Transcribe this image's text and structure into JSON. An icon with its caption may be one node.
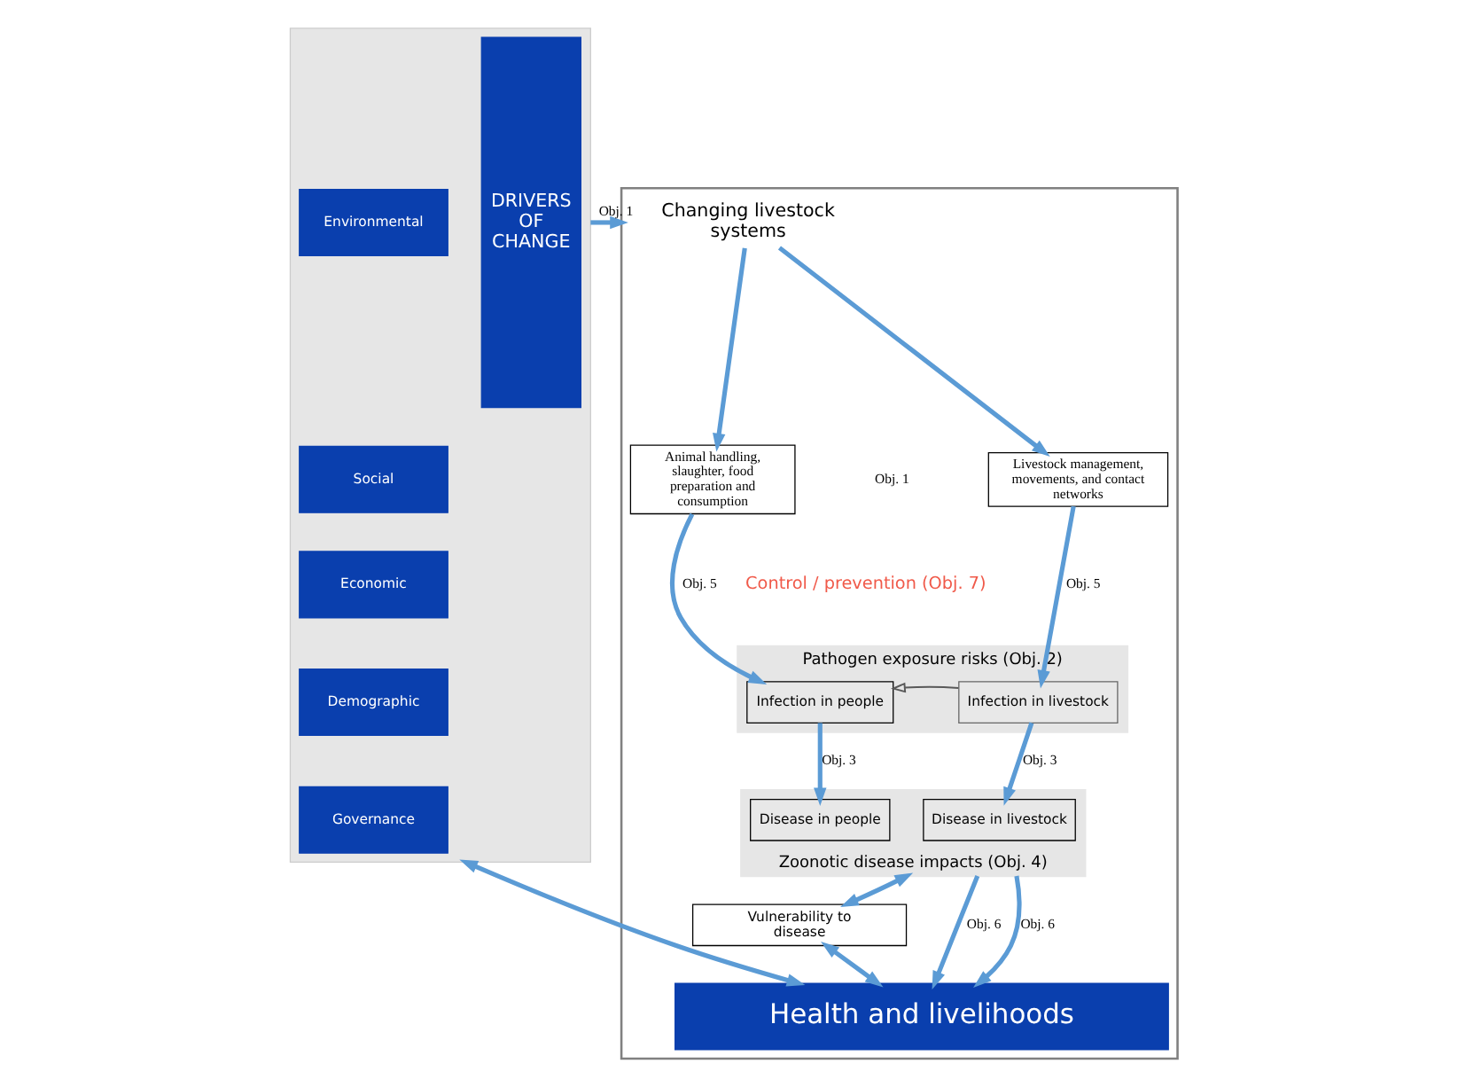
{
  "diagram": {
    "nodes": [
      {
        "text": [],
        "shape": "box"
      },
      {
        "text": [
          "DRIVERS OF CHANGE"
        ],
        "in": 0
      },
      {
        "text": [
          "Environmental"
        ],
        "in": 0
      },
      {
        "text": [
          "Social"
        ],
        "in": 0
      },
      {
        "text": [
          "Economic"
        ],
        "in": 0
      },
      {
        "text": [
          "Demographic"
        ],
        "in": 0
      },
      {
        "text": [
          "Governance"
        ],
        "in": 0
      },
      {
        "text": [],
        "shape": "box"
      },
      {
        "text": [
          "Changing livestock systems"
        ],
        "in": 7
      },
      {
        "text": [
          "Animal handling, slaughter, food preparation and consumption"
        ],
        "in": 7
      },
      {
        "text": [
          "Livestock management, movements, and contact networks"
        ],
        "in": 7
      },
      {
        "text": [
          "Pathogen exposure risks (Obj. 2)"
        ],
        "in": 7
      },
      {
        "text": [
          "Infection in people"
        ],
        "in": 11
      },
      {
        "text": [
          "Infection in livestock"
        ],
        "in": 11
      },
      {
        "text": [
          "Zoonotic disease impacts (Obj. 4)"
        ],
        "in": 7
      },
      {
        "text": [
          "Disease in people"
        ],
        "in": 14
      },
      {
        "text": [
          "Disease in livestock"
        ],
        "in": 14
      },
      {
        "text": [
          "Vulnerability to disease"
        ],
        "in": 7
      },
      {
        "text": [
          "Health and livelihoods"
        ],
        "in": 7
      }
    ],
    "edges": [
      {
        "from": 0,
        "to": 7,
        "arrow": "to",
        "label": "Obj. 1"
      },
      {
        "from": 8,
        "to": 9,
        "arrow": "to"
      },
      {
        "from": 8,
        "to": 10,
        "arrow": "to"
      },
      {
        "from": 9,
        "to": 12,
        "arrow": "to",
        "label": "Obj. 5"
      },
      {
        "from": 10,
        "to": 13,
        "arrow": "to",
        "label": "Obj. 5"
      },
      {
        "from": 13,
        "to": 12,
        "arrow": "to",
        "color": "#595959"
      },
      {
        "from": 12,
        "to": 15,
        "arrow": "to",
        "label": "Obj. 3"
      },
      {
        "from": 13,
        "to": 16,
        "arrow": "to",
        "label": "Obj. 3"
      },
      {
        "from": 14,
        "to": 18,
        "arrow": "to",
        "label": "Obj. 6"
      },
      {
        "from": 14,
        "to": 18,
        "arrow": "to",
        "label": "Obj. 6"
      },
      {
        "from": 14,
        "to": 17,
        "arrow": "both"
      },
      {
        "from": 17,
        "to": 18,
        "arrow": "both"
      },
      {
        "from": 0,
        "to": 18,
        "arrow": "both"
      }
    ],
    "labels": [
      "Obj. 1",
      "Control / prevention (Obj. 7)"
    ]
  }
}
